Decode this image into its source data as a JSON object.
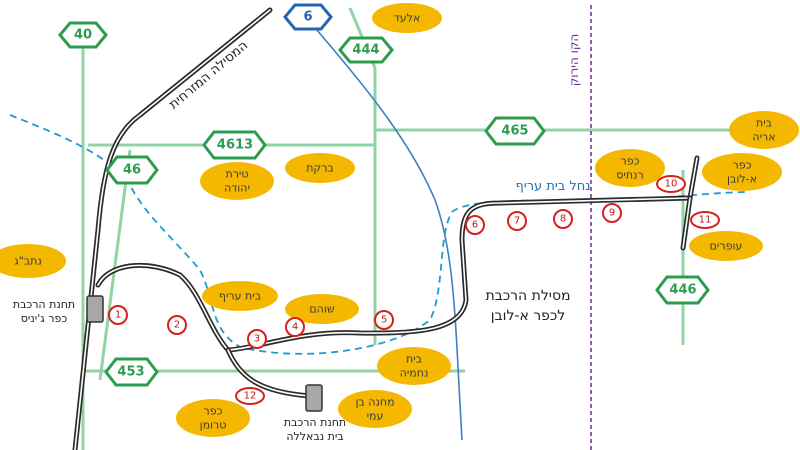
{
  "highways": {
    "r40": "40",
    "r6": "6",
    "r444": "444",
    "r4613": "4613",
    "r465": "465",
    "r46": "46",
    "r446": "446",
    "r453": "453"
  },
  "towns": {
    "elad": "אלעד",
    "tirat_yehuda_1": "טירת",
    "tirat_yehuda_2": "יהודה",
    "barkat": "ברקת",
    "kfar_rantis_1": "כפר",
    "kfar_rantis_2": "רנתיס",
    "beit_arye_1": "בית",
    "beit_arye_2": "אריה",
    "kfar_alubban_1": "כפר",
    "kfar_alubban_2": "א-לובן",
    "ofarim": "עופרים",
    "natbag": "נתב\"ג",
    "beit_arif": "בית עריף",
    "shoham": "שוהם",
    "beit_nehemia_1": "בית",
    "beit_nehemia_2": "נחמיה",
    "kfar_truman_1": "כפר",
    "kfar_truman_2": "טרומן",
    "mahane_ben_ami_1": "מחנה בן",
    "mahane_ben_ami_2": "עמי"
  },
  "labels": {
    "eastern_railway": "המסילה המזרחית",
    "green_line": "הקו הירוק",
    "nahal_beit_arif": "נחל בית עריף",
    "railway_line_1": "מסילת הרכבת",
    "railway_line_2": "לכפר א-לובן",
    "station_kfar_chinese_1": "תחנת הרכבת",
    "station_kfar_chinese_2": "כפר ג'יניס",
    "station_beit_nabala_1": "תחנת הרכבת",
    "station_beit_nabala_2": "בית נבאללה"
  },
  "markers": [
    "1",
    "2",
    "3",
    "4",
    "5",
    "6",
    "7",
    "8",
    "9",
    "10",
    "11",
    "12"
  ],
  "colors": {
    "road": "#92d3a6",
    "highway_green": "#2e9c4e",
    "highway_blue": "#2466b4",
    "town": "#f5b800",
    "marker": "#d62020",
    "stream": "#1f9bd1",
    "river": "#3d7fc0",
    "green_line": "#6a2c91",
    "rail": "#2b2b2b"
  }
}
